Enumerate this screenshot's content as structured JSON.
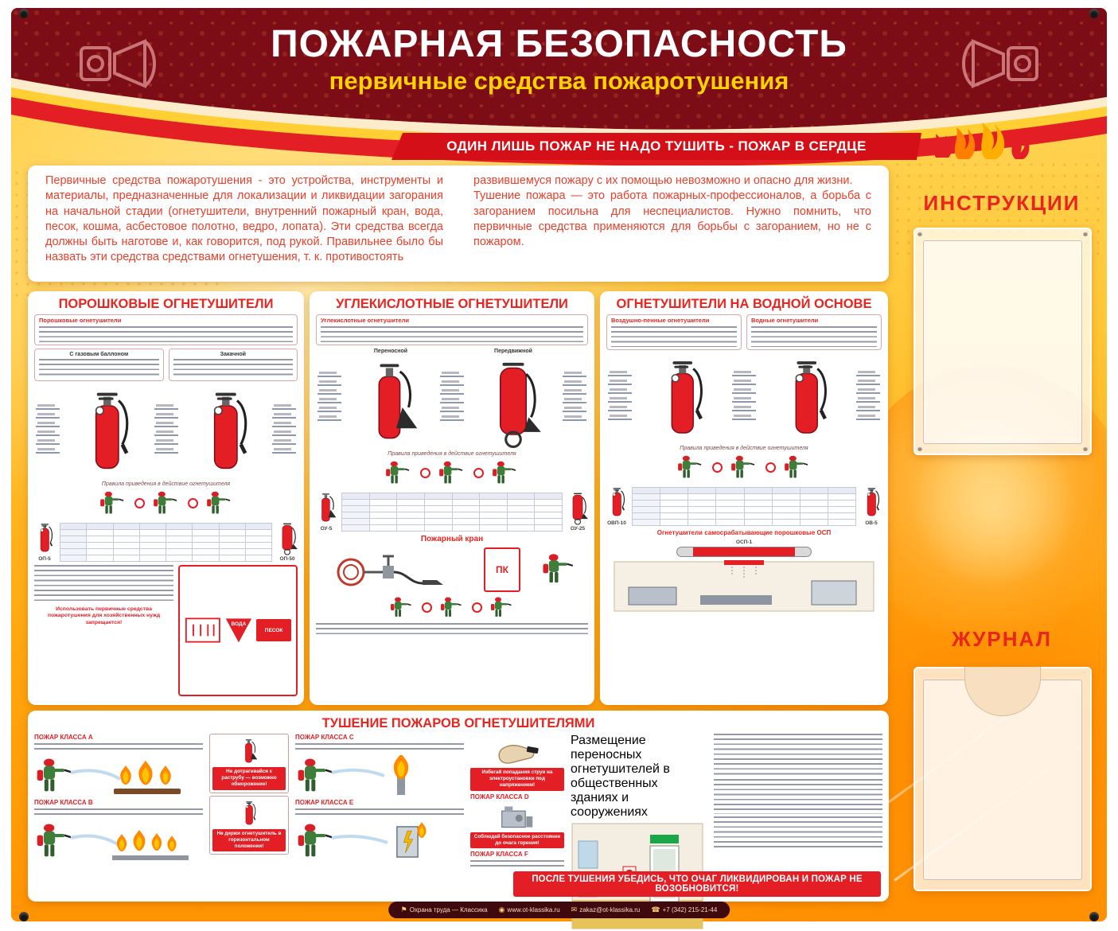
{
  "header": {
    "title": "ПОЖАРНАЯ БЕЗОПАСНОСТЬ",
    "subtitle": "первичные средства пожаротушения",
    "ribbon": "ОДИН ЛИШЬ ПОЖАР НЕ НАДО ТУШИТЬ - ПОЖАР В СЕРДЦЕ"
  },
  "intro": {
    "col1": "Первичные средства пожаротушения - это устройства, инструменты и материалы, предназначенные для локализации и ликвидации загорания на начальной стадии (огнетушители, внутренний пожарный кран, вода, песок, кошма, асбестовое полотно, ведро, лопата). Эти средства всегда должны быть наготове и, как говорится, под рукой. Правильнее было бы назвать эти средства средствами огнетушения, т. к. противостоять",
    "col2": "развившемуся пожару с их помощью невозможно и опасно для жизни.\nТушение пожара — это работа пожарных-профессионалов, а борьба с загоранием посильна для неспециалистов. Нужно помнить, что первичные средства применяются для борьбы с загоранием, но не с пожаром."
  },
  "sidebar": {
    "instructions_title": "ИНСТРУКЦИИ",
    "journal_title": "ЖУРНАЛ"
  },
  "panels": [
    {
      "title": "ПОРОШКОВЫЕ ОГНЕТУШИТЕЛИ",
      "lead": "Порошковые огнетушители",
      "type_labels": [
        "С газовым баллоном",
        "Закачной"
      ],
      "caption": "Правила приведения в действие огнетушителя",
      "models": [
        "ОП-5",
        "ОП-50"
      ],
      "water_label": "ВОДА",
      "sand_label": "ПЕСОК",
      "warning": "Использовать первичные средства пожаротушения для хозяйственных нужд запрещается!"
    },
    {
      "title": "УГЛЕКИСЛОТНЫЕ ОГНЕТУШИТЕЛИ",
      "lead": "Углекислотные огнетушители",
      "type_labels": [
        "Переносной",
        "Передвижной"
      ],
      "caption": "Правила приведения в действие огнетушителя",
      "models": [
        "ОУ-5",
        "ОУ-25"
      ],
      "crane_heading": "Пожарный кран",
      "crane_label": "ПК"
    },
    {
      "title": "ОГНЕТУШИТЕЛИ НА ВОДНОЙ ОСНОВЕ",
      "lead": "Воздушно-пенные огнетушители",
      "lead2": "Водные огнетушители",
      "caption": "Правила приведения в действие огнетушителя",
      "models": [
        "ОВП-10",
        "ОВ-5"
      ],
      "osp_heading": "Огнетушители самосрабатывающие порошковые ОСП",
      "osp_label": "ОСП-1"
    }
  ],
  "bottom": {
    "title": "ТУШЕНИЕ ПОЖАРОВ ОГНЕТУШИТЕЛЯМИ",
    "classes": [
      {
        "label": "ПОЖАР КЛАССА A"
      },
      {
        "label": "ПОЖАР КЛАССА B"
      },
      {
        "label": "ПОЖАР КЛАССА C"
      },
      {
        "label": "ПОЖАР КЛАССА E"
      },
      {
        "label": "ПОЖАР КЛАССА D"
      },
      {
        "label": "ПОЖАР КЛАССА F"
      }
    ],
    "warnings": [
      "Не дотрагивайся к раструбу — возможно обморожение!",
      "Не держи огнетушитель в горизонтальном положении!",
      "Избегай попадания струи на электроустановки под напряжением!",
      "Соблюдай безопасное расстояние до очага горения!"
    ],
    "placement_caption": "Размещение переносных огнетушителей в общественных зданиях и сооружениях",
    "final": "ПОСЛЕ ТУШЕНИЯ УБЕДИСЬ, ЧТО ОЧАГ ЛИКВИДИРОВАН И ПОЖАР НЕ ВОЗОБНОВИТСЯ!"
  },
  "footer": {
    "items": [
      "Охрана труда — Классика",
      "www.ot-klassika.ru",
      "zakaz@ot-klassika.ru",
      "+7 (342) 215-21-44"
    ]
  },
  "colors": {
    "maroon": "#7c0d17",
    "red": "#e31e24",
    "yellow": "#ffd103",
    "orange": "#ff9e08"
  }
}
